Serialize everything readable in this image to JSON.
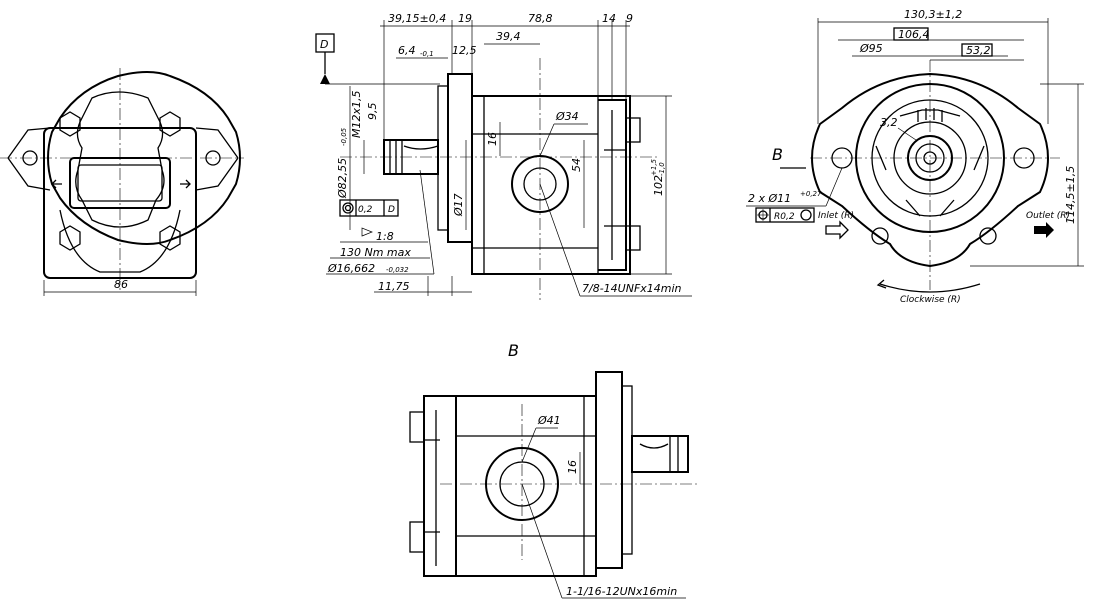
{
  "front_view": {
    "width_dim": "86"
  },
  "side_view": {
    "datum": "D",
    "dims": {
      "d_39_15": "39,15±0,4",
      "d_19": "19",
      "d_78_8": "78,8",
      "d_14": "14",
      "d_9": "9",
      "d_6_4": "6,4",
      "d_6_4_tol": "-0,1",
      "d_12_5": "12,5",
      "d_39_4": "39,4",
      "thread_m12": "M12x1,5",
      "d_9_5": "9,5",
      "d_82_55": "Ø82,55",
      "d_82_55_tol": "-0,05",
      "d_16": "16",
      "d_34": "Ø34",
      "d_54": "54",
      "d_102": "102",
      "d_102_tol_top": "+1,5",
      "d_102_tol_bot": "-1,0",
      "d_17": "Ø17",
      "geo_tol": "0,2",
      "geo_ref": "D",
      "d_1_8": "1:8",
      "torque": "130 Nm max",
      "d_16_662": "Ø16,662",
      "d_16_662_tol": "-0,032",
      "d_11_75": "11,75",
      "port_thread": "7/8-14UNFx14min"
    }
  },
  "rear_view": {
    "section_label": "B",
    "dims": {
      "d_130_3": "130,3±1,2",
      "d_106_4": "106,4",
      "d_95": "Ø95",
      "d_53_2": "53,2",
      "d_3_2": "3,2",
      "holes": "2 x  Ø11",
      "holes_tol": "+0,27",
      "pos_tol": "R0,2",
      "d_114_5": "114,5±1,5"
    },
    "inlet": "Inlet (R)",
    "outlet": "Outlet (R)",
    "rotation": "Clockwise (R)"
  },
  "bottom_view": {
    "title": "B",
    "dims": {
      "d_41": "Ø41",
      "d_16": "16",
      "port_thread": "1-1/16-12UNx16min"
    }
  }
}
